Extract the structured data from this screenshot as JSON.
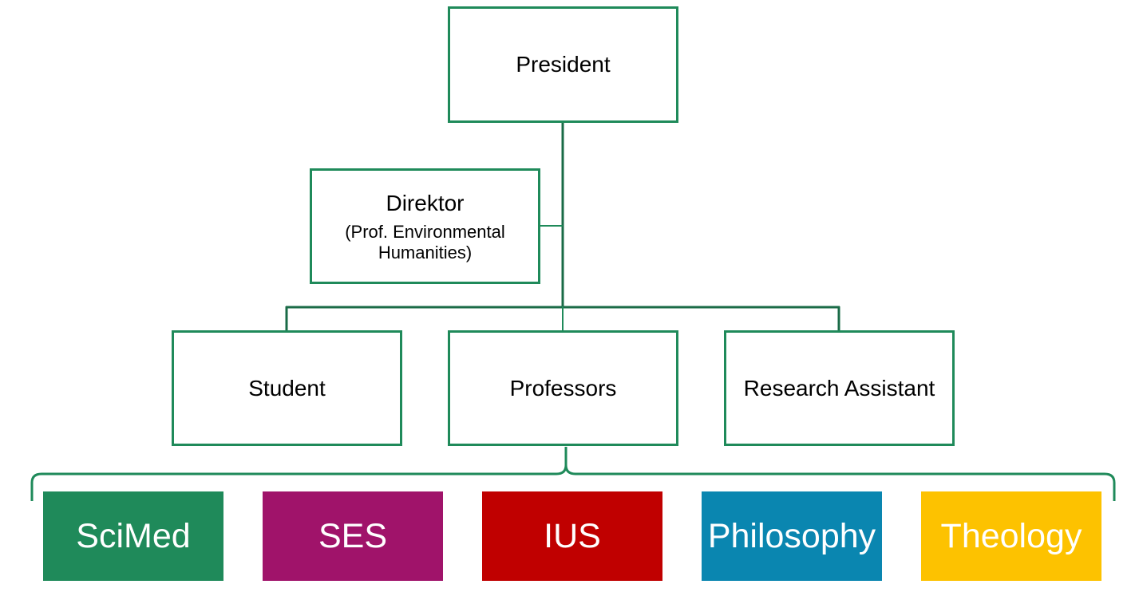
{
  "colors": {
    "border": "#1f8a5a",
    "connector": "#1a6b47",
    "scimed": "#1f8a5a",
    "ses": "#a0136a",
    "ius": "#c00000",
    "philosophy": "#0a86b0",
    "theology": "#fdc200"
  },
  "org": {
    "president": "President",
    "direktor": {
      "title": "Direktor",
      "subtitle": "(Prof. Environmental Humanities)"
    },
    "student": "Student",
    "professors": "Professors",
    "research_assistant": "Research Assistant"
  },
  "faculties": [
    {
      "label": "SciMed",
      "color": "#1f8a5a"
    },
    {
      "label": "SES",
      "color": "#a0136a"
    },
    {
      "label": "IUS",
      "color": "#c00000"
    },
    {
      "label": "Philosophy",
      "color": "#0a86b0"
    },
    {
      "label": "Theology",
      "color": "#fdc200"
    }
  ]
}
